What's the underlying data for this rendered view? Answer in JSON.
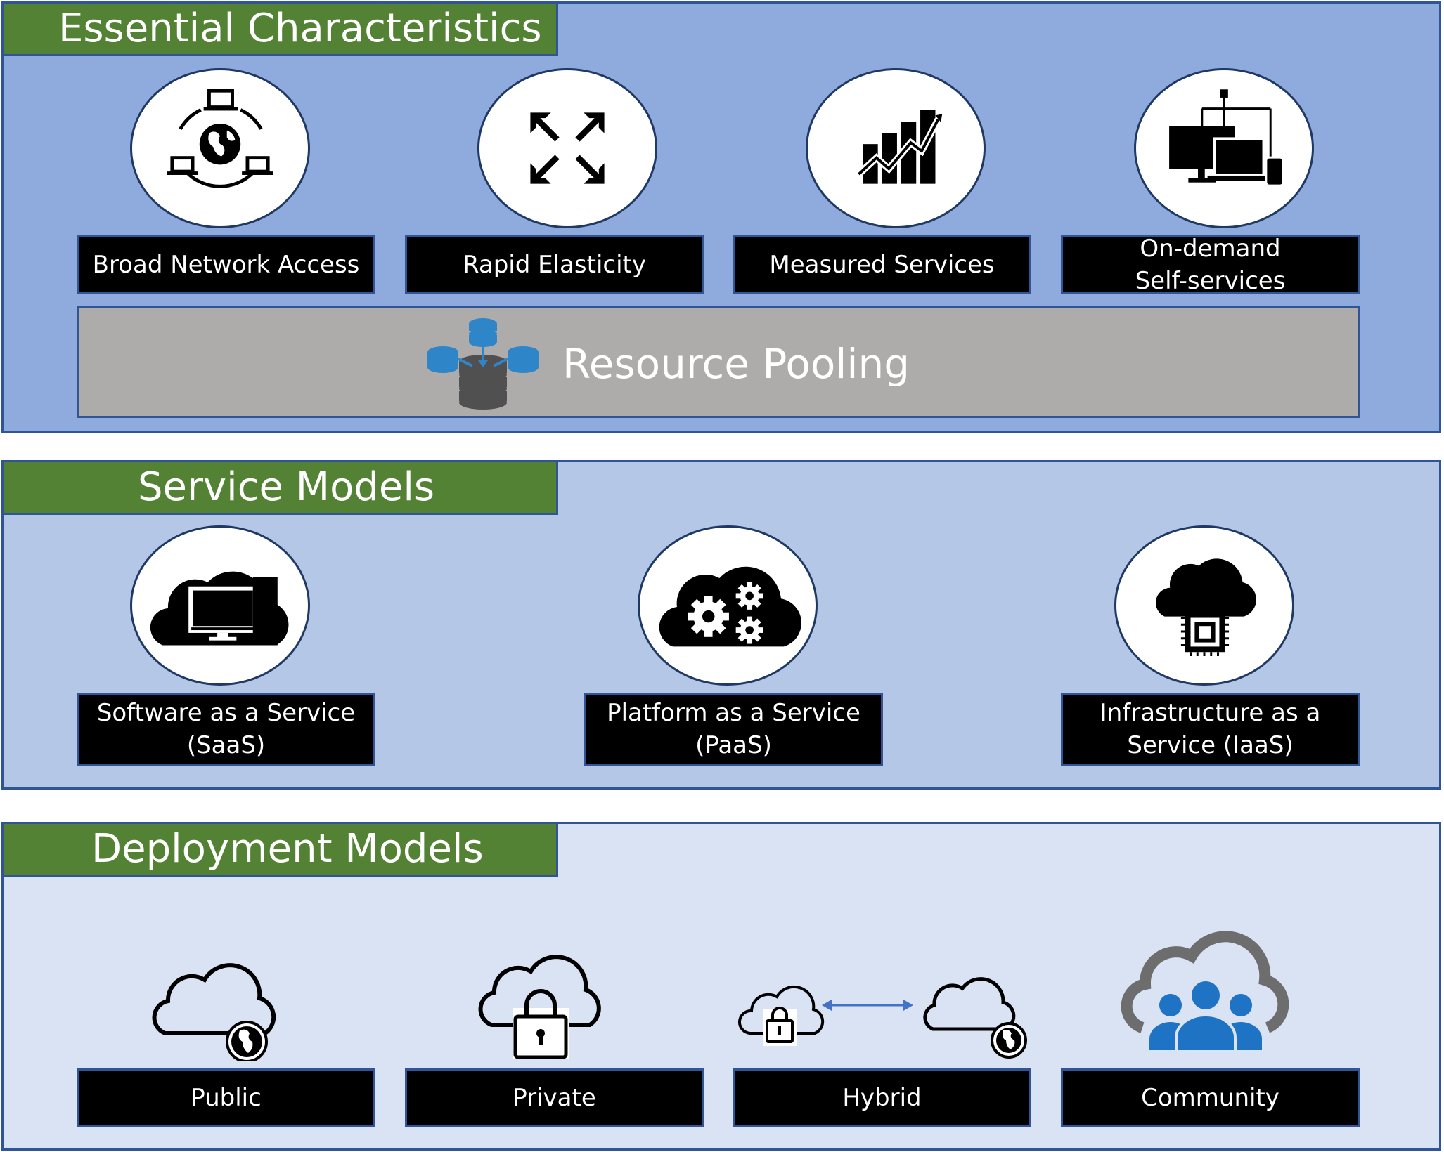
{
  "sections": {
    "essential": {
      "title": "Essential Characteristics",
      "items": [
        {
          "label_line1": "Broad Network Access",
          "icon": "network-globe-icon"
        },
        {
          "label_line1": "Rapid Elasticity",
          "icon": "expand-arrows-icon"
        },
        {
          "label_line1": "Measured Services",
          "icon": "bar-chart-trend-icon"
        },
        {
          "label_line1": "On-demand",
          "label_line2": "Self-services",
          "icon": "devices-icon"
        }
      ],
      "resource_pooling": {
        "label": "Resource Pooling",
        "icon": "database-pool-icon"
      }
    },
    "service": {
      "title": "Service Models",
      "items": [
        {
          "label_line1": "Software as a Service",
          "label_line2": "(SaaS)",
          "icon": "cloud-monitor-icon"
        },
        {
          "label_line1": "Platform as a Service",
          "label_line2": "(PaaS)",
          "icon": "cloud-gears-icon"
        },
        {
          "label_line1": "Infrastructure as a",
          "label_line2": "Service (IaaS)",
          "icon": "cloud-chip-icon"
        }
      ]
    },
    "deployment": {
      "title": "Deployment Models",
      "items": [
        {
          "label_line1": "Public",
          "icon": "cloud-globe-icon"
        },
        {
          "label_line1": "Private",
          "icon": "cloud-lock-icon"
        },
        {
          "label_line1": "Hybrid",
          "icon": "hybrid-cloud-icon"
        },
        {
          "label_line1": "Community",
          "icon": "cloud-users-icon"
        }
      ]
    }
  },
  "colors": {
    "panel1": "#8faadc",
    "panel2": "#b4c7e7",
    "panel3": "#dae3f3",
    "tab_green": "#548235",
    "border_blue": "#2f5597",
    "pool_gray": "#aeabab",
    "icon_blue": "#2e86c8"
  }
}
